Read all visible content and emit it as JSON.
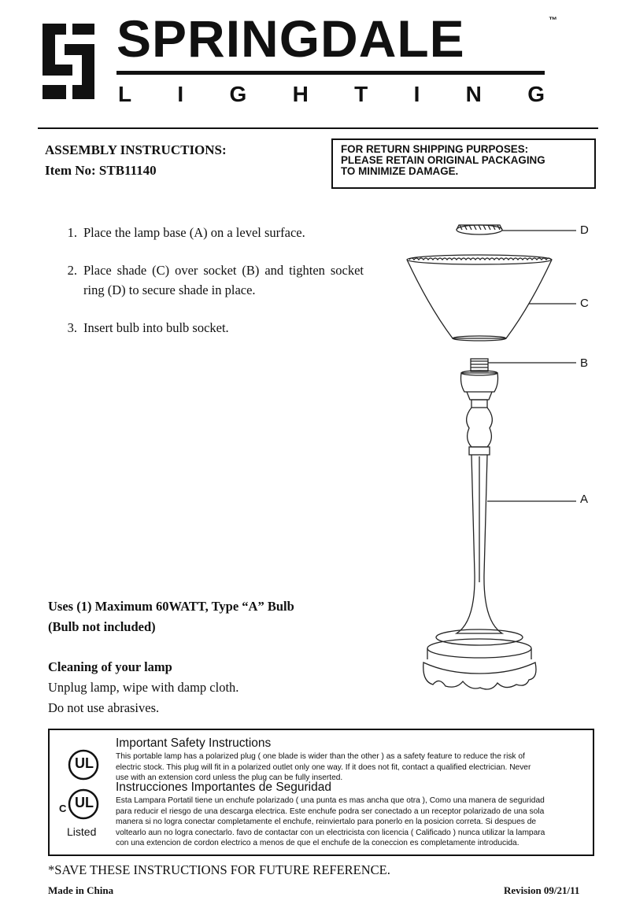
{
  "brand": {
    "name": "SPRINGDALE",
    "tm": "™",
    "sub_letters": [
      "L",
      "I",
      "G",
      "H",
      "T",
      "I",
      "N",
      "G"
    ]
  },
  "header": {
    "title": "ASSEMBLY INSTRUCTIONS:",
    "item_no": "Item No: STB11140",
    "return_notice_lines": [
      "FOR RETURN SHIPPING PURPOSES:",
      "PLEASE RETAIN ORIGINAL PACKAGING",
      "TO MINIMIZE DAMAGE."
    ]
  },
  "steps": [
    {
      "num": "1.",
      "text": "Place the lamp base (A) on a level surface."
    },
    {
      "num": "2.",
      "text": "Place shade (C) over socket (B) and tighten socket ring (D) to secure shade in place."
    },
    {
      "num": "3.",
      "text": "Insert bulb into bulb socket."
    }
  ],
  "parts": {
    "d": "D",
    "c": "C",
    "b": "B",
    "a": "A"
  },
  "bulb": {
    "line1": "Uses (1) Maximum 60WATT, Type “A” Bulb",
    "line2": "(Bulb not included)"
  },
  "cleaning": {
    "title": "Cleaning of your lamp",
    "line1": "Unplug lamp, wipe with damp cloth.",
    "line2": "Do not use abrasives."
  },
  "safety": {
    "en_title": "Important Safety Instructions",
    "en_lines": [
      "This portable lamp has a polarized plug ( one blade is wider than the other ) as a safety feature to reduce the risk of",
      "electric stock. This plug will fit in a polarized outlet only one way. If it does not fit, contact a qualified electrician. Never",
      "use with an extension cord unless the plug can be fully inserted."
    ],
    "es_title": "Instrucciones Importantes de Seguridad",
    "es_lines": [
      "Esta Lampara Portatil tiene un enchufe polarizado ( una punta es mas ancha que otra ), Como una manera de seguridad",
      "para reducir el riesgo de una descarga electrica. Este enchufe podra ser conectado a un receptor polarizado de una sola",
      "manera si no logra conectar completamente el enchufe, reinviertalo para ponerlo en la posicion correta. Si despues de",
      "voltearlo aun no logra conectarlo. favo de contactar con un electricista con licencia ( Calificado ) nunca utilizar la lampara",
      "con una extencion de cordon electrico a menos de que el enchufe de la coneccion es completamente introducida."
    ],
    "ul_mark": "UL",
    "c_mark": "C",
    "listed": "Listed"
  },
  "footer": {
    "save_note": "*SAVE THESE INSTRUCTIONS FOR FUTURE REFERENCE.",
    "made_in": "Made in China",
    "revision": "Revision 09/21/11"
  }
}
